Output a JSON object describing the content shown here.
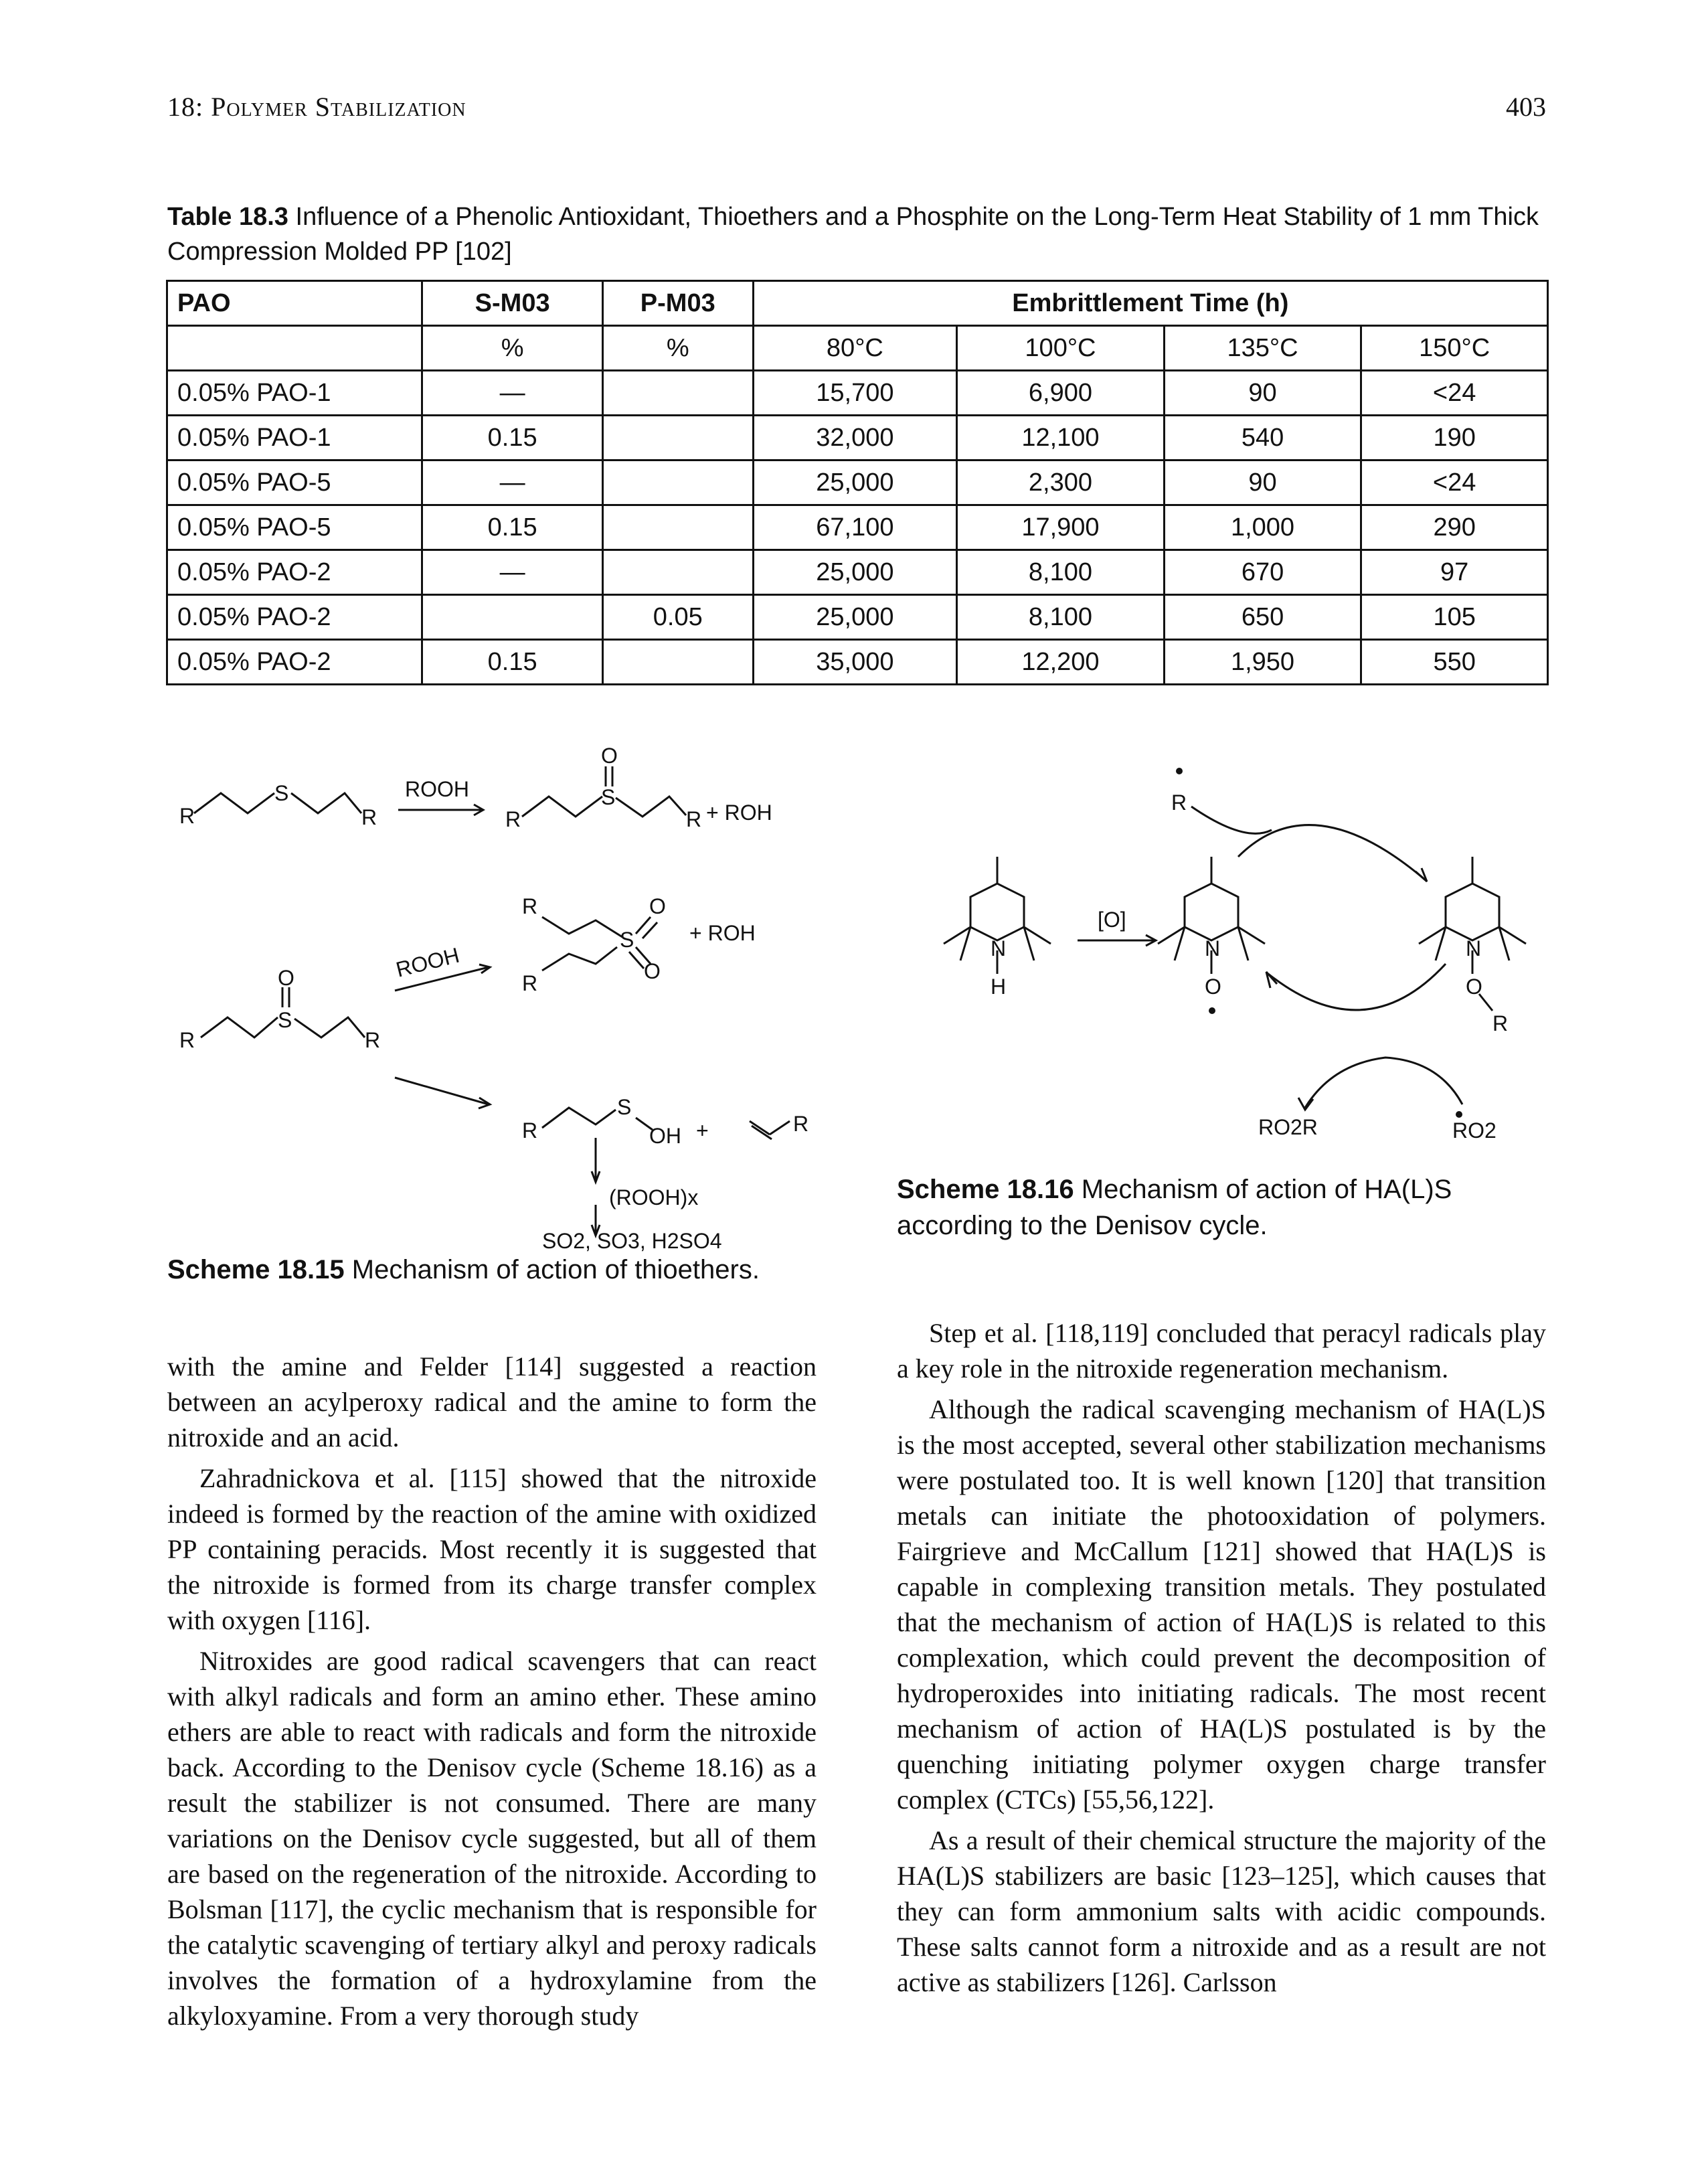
{
  "header": {
    "chapter": "18: Polymer Stabilization",
    "page_number": "403"
  },
  "table": {
    "caption_label": "Table 18.3",
    "caption_text": "Influence of a Phenolic Antioxidant, Thioethers and a Phosphite on the Long-Term Heat Stability of 1 mm Thick Compression Molded PP [102]",
    "columns": [
      "PAO",
      "S-M03",
      "P-M03",
      "Embrittlement Time (h)"
    ],
    "units": [
      "",
      "%",
      "%",
      "80°C",
      "100°C",
      "135°C",
      "150°C"
    ],
    "rows": [
      [
        "0.05% PAO-1",
        "—",
        "",
        "15,700",
        "6,900",
        "90",
        "<24"
      ],
      [
        "0.05% PAO-1",
        "0.15",
        "",
        "32,000",
        "12,100",
        "540",
        "190"
      ],
      [
        "0.05% PAO-5",
        "—",
        "",
        "25,000",
        "2,300",
        "90",
        "<24"
      ],
      [
        "0.05% PAO-5",
        "0.15",
        "",
        "67,100",
        "17,900",
        "1,000",
        "290"
      ],
      [
        "0.05% PAO-2",
        "—",
        "",
        "25,000",
        "8,100",
        "670",
        "97"
      ],
      [
        "0.05% PAO-2",
        "",
        "0.05",
        "25,000",
        "8,100",
        "650",
        "105"
      ],
      [
        "0.05% PAO-2",
        "0.15",
        "",
        "35,000",
        "12,200",
        "1,950",
        "550"
      ]
    ]
  },
  "scheme_15": {
    "labels": {
      "rooh": "ROOH",
      "plus_roh": "+ ROH",
      "plus_roh_2": "+ ROH",
      "rooh_diag": "ROOH",
      "r": "R",
      "s": "S",
      "o": "O",
      "oh": "OH",
      "plus": "+",
      "rooh_x": "(ROOH)x",
      "products": "SO2, SO3, H2SO4"
    },
    "caption_label": "Scheme 18.15",
    "caption_text": "Mechanism of action of thioethers."
  },
  "scheme_16": {
    "labels": {
      "r_dot": "R",
      "ox": "[O]",
      "n": "N",
      "h": "H",
      "o": "O",
      "r": "R",
      "ro2r": "RO2R",
      "ro2": "RO2"
    },
    "caption_label": "Scheme 18.16",
    "caption_text": "Mechanism of action of HA(L)S according to the Denisov cycle."
  },
  "left_column": [
    "with the amine and Felder [114] suggested a reaction between an acylperoxy radical and the amine to form the nitroxide and an acid.",
    "Zahradnickova et al. [115] showed that the nitroxide indeed is formed by the reaction of the amine with oxidized PP containing peracids. Most recently it is suggested that the nitroxide is formed from its charge transfer complex with oxygen [116].",
    "Nitroxides are good radical scavengers that can react with alkyl radicals and form an amino ether. These amino ethers are able to react with radicals and form the nitroxide back. According to the Denisov cycle (Scheme 18.16) as a result the stabilizer is not consumed. There are many variations on the Denisov cycle suggested, but all of them are based on the regeneration of the nitroxide. According to Bolsman [117], the cyclic mechanism that is responsible for the catalytic scavenging of tertiary alkyl and peroxy radicals involves the formation of a hydroxylamine from the alkyloxyamine. From a very thorough study"
  ],
  "right_column": [
    "Step et al. [118,119] concluded that peracyl radicals play a key role in the nitroxide regeneration mechanism.",
    "Although the radical scavenging mechanism of HA(L)S is the most accepted, several other stabilization mechanisms were postulated too. It is well known [120] that transition metals can initiate the photooxidation of polymers. Fairgrieve and McCallum [121] showed that HA(L)S is capable in complexing transition metals. They postulated that the mechanism of action of HA(L)S is related to this complexation, which could prevent the decomposition of hydroperoxides into initiating radicals. The most recent mechanism of action of HA(L)S postulated is by the quenching initiating polymer oxygen charge transfer complex (CTCs) [55,56,122].",
    "As a result of their chemical structure the majority of the HA(L)S stabilizers are basic [123–125], which causes that they can form ammonium salts with acidic compounds. These salts cannot form a nitroxide and as a result are not active as stabilizers [126]. Carlsson"
  ]
}
